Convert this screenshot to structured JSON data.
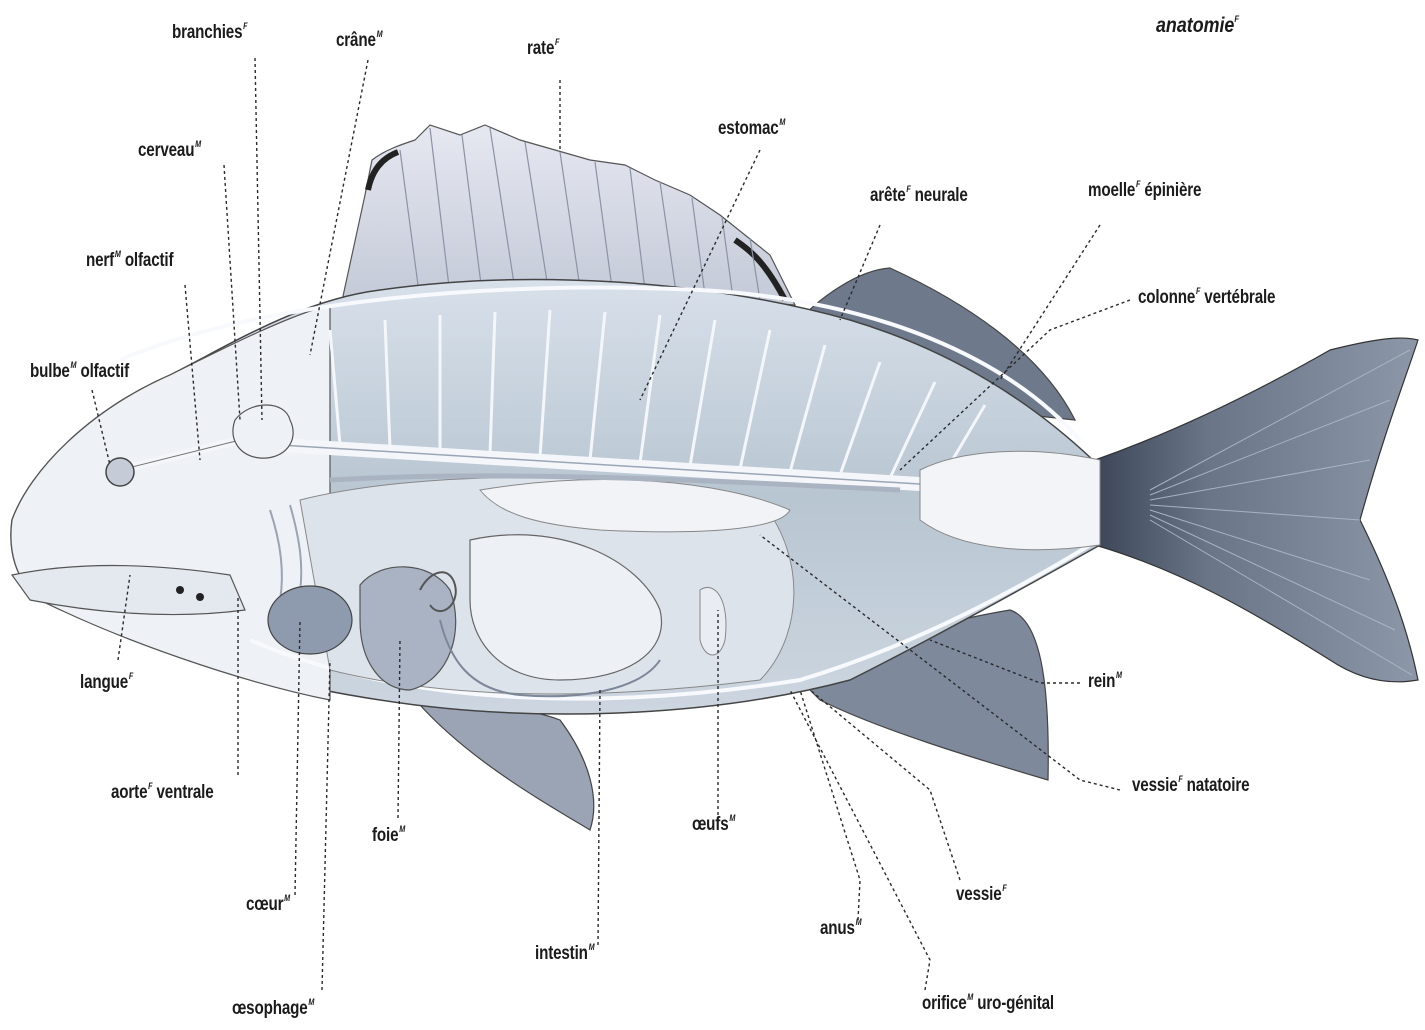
{
  "title": {
    "text": "anatomie",
    "gender": "F"
  },
  "labels": [
    {
      "id": "branchies",
      "text": "branchies",
      "gender": "F"
    },
    {
      "id": "crane",
      "text": "crâne",
      "gender": "M"
    },
    {
      "id": "rate",
      "text": "rate",
      "gender": "F"
    },
    {
      "id": "estomac",
      "text": "estomac",
      "gender": "M"
    },
    {
      "id": "cerveau",
      "text": "cerveau",
      "gender": "M"
    },
    {
      "id": "arete-neurale",
      "text": "neurale",
      "pre": "arête",
      "gender": "F"
    },
    {
      "id": "moelle-epiniere",
      "text": "épinière",
      "pre": "moelle",
      "gender": "F"
    },
    {
      "id": "nerf-olfactif",
      "text": "olfactif",
      "pre": "nerf",
      "gender": "M"
    },
    {
      "id": "colonne-vertebrale",
      "text": "vertébrale",
      "pre": "colonne",
      "gender": "F"
    },
    {
      "id": "bulbe-olfactif",
      "text": "olfactif",
      "pre": "bulbe",
      "gender": "M"
    },
    {
      "id": "langue",
      "text": "langue",
      "gender": "F"
    },
    {
      "id": "rein",
      "text": "rein",
      "gender": "M"
    },
    {
      "id": "aorte-ventrale",
      "text": "ventrale",
      "pre": "aorte",
      "gender": "F"
    },
    {
      "id": "vessie-natatoire",
      "text": "natatoire",
      "pre": "vessie",
      "gender": "F"
    },
    {
      "id": "foie",
      "text": "foie",
      "gender": "M"
    },
    {
      "id": "oeufs",
      "text": "œufs",
      "gender": "M"
    },
    {
      "id": "coeur",
      "text": "cœur",
      "gender": "M"
    },
    {
      "id": "vessie",
      "text": "vessie",
      "gender": "F"
    },
    {
      "id": "anus",
      "text": "anus",
      "gender": "M"
    },
    {
      "id": "intestin",
      "text": "intestin",
      "gender": "M"
    },
    {
      "id": "oesophage",
      "text": "œsophage",
      "gender": "M"
    },
    {
      "id": "orifice-uro-genital",
      "text": "uro-génital",
      "pre": "orifice",
      "gender": "M"
    }
  ]
}
